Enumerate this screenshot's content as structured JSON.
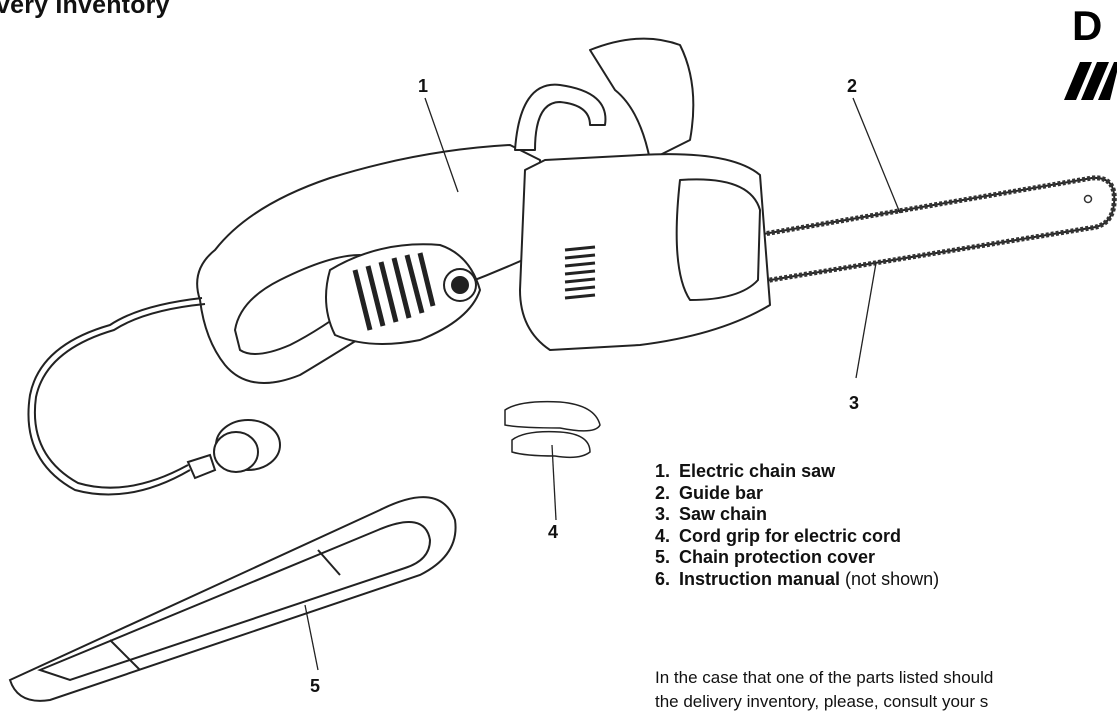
{
  "header": {
    "title": "very Inventory",
    "brand_fragment": "D"
  },
  "callouts": [
    "1",
    "2",
    "3",
    "4",
    "5"
  ],
  "parts_list": [
    {
      "number": "1.",
      "label": "Electric chain saw",
      "note": ""
    },
    {
      "number": "2.",
      "label": "Guide bar",
      "note": ""
    },
    {
      "number": "3.",
      "label": "Saw chain",
      "note": ""
    },
    {
      "number": "4.",
      "label": "Cord grip for electric cord",
      "note": ""
    },
    {
      "number": "5.",
      "label": "Chain protection cover",
      "note": ""
    },
    {
      "number": "6.",
      "label": "Instruction manual",
      "note": "(not shown)"
    }
  ],
  "footer": {
    "line1": "In the case that one of the parts listed should",
    "line2": "the delivery inventory, please, consult your s"
  },
  "icons": [
    "electric-chain-saw-illustration",
    "cord-grip-illustration",
    "chain-protection-cover-illustration",
    "stripes-logo-icon"
  ]
}
